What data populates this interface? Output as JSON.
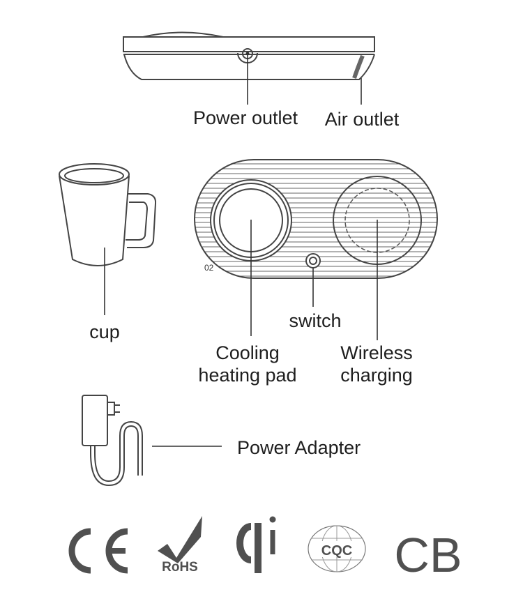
{
  "labels": {
    "power_outlet": "Power outlet",
    "air_outlet": "Air outlet",
    "cup": "cup",
    "switch": "switch",
    "cooling_line1": "Cooling",
    "cooling_line2": "heating pad",
    "wireless_line1": "Wireless",
    "wireless_line2": "charging",
    "power_adapter": "Power Adapter",
    "model_mark": "02"
  },
  "certifications": [
    {
      "name": "CE",
      "text": "CE"
    },
    {
      "name": "RoHS",
      "text": "RoHS"
    },
    {
      "name": "Qi",
      "text": "qi"
    },
    {
      "name": "CQC",
      "text": "CQC"
    },
    {
      "name": "CB",
      "text": "CB"
    }
  ],
  "colors": {
    "line": "#333333",
    "logo": "#505050"
  }
}
